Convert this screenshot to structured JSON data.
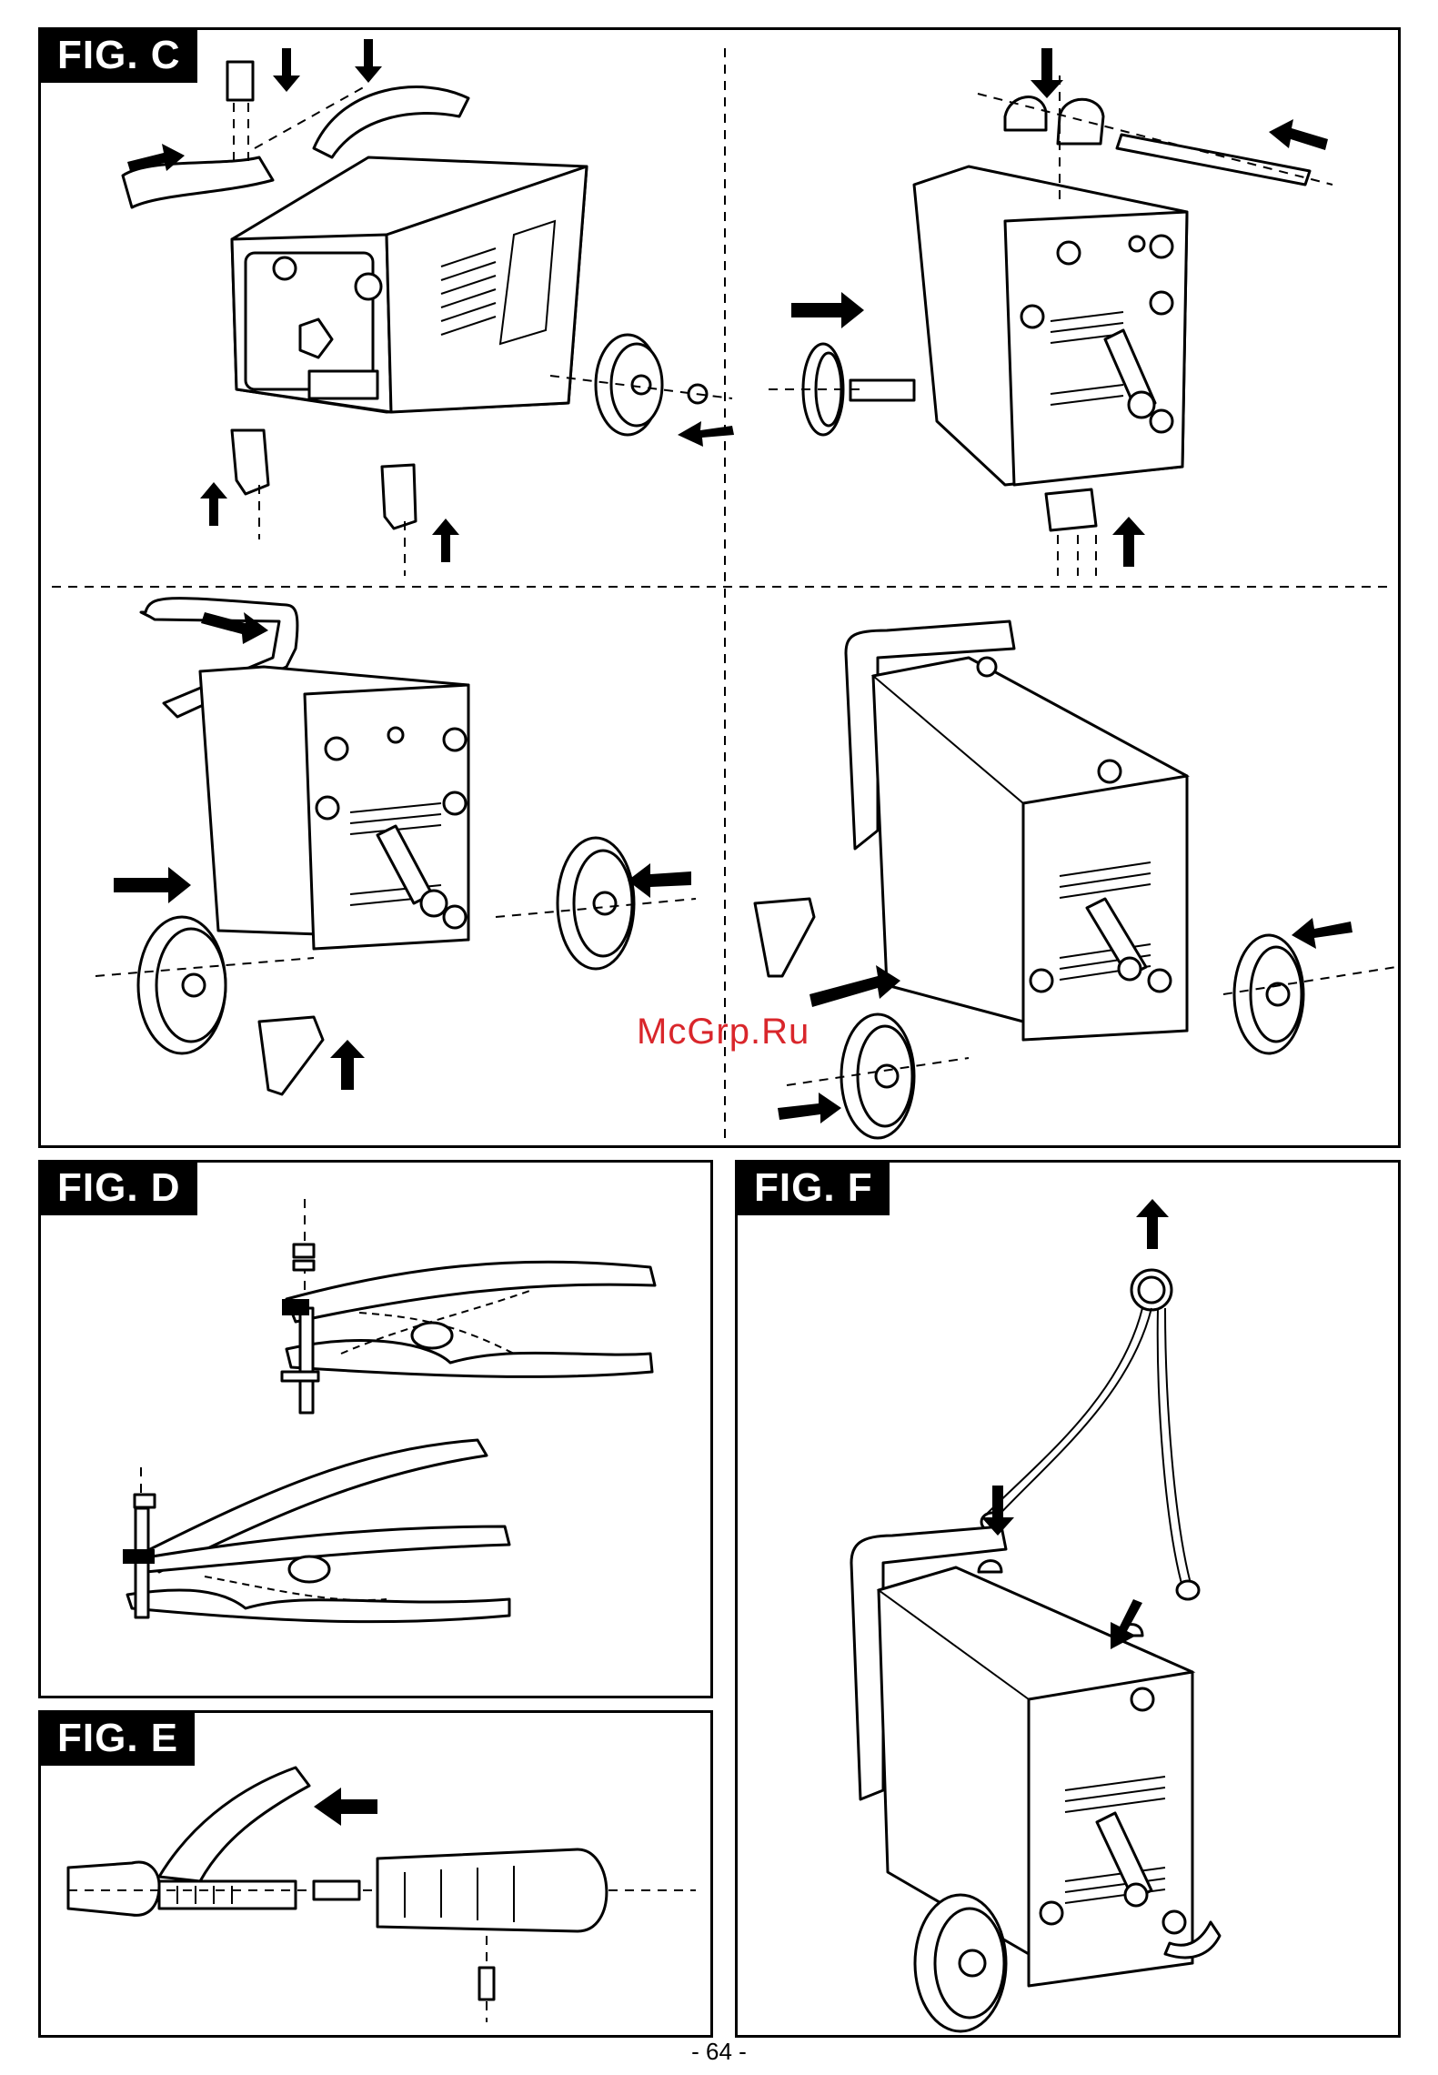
{
  "figures": {
    "c": {
      "label": "FIG. C"
    },
    "d": {
      "label": "FIG. D"
    },
    "e": {
      "label": "FIG. E"
    },
    "f": {
      "label": "FIG. F"
    }
  },
  "watermark": "McGrp.Ru",
  "page_number": "- 64 -"
}
